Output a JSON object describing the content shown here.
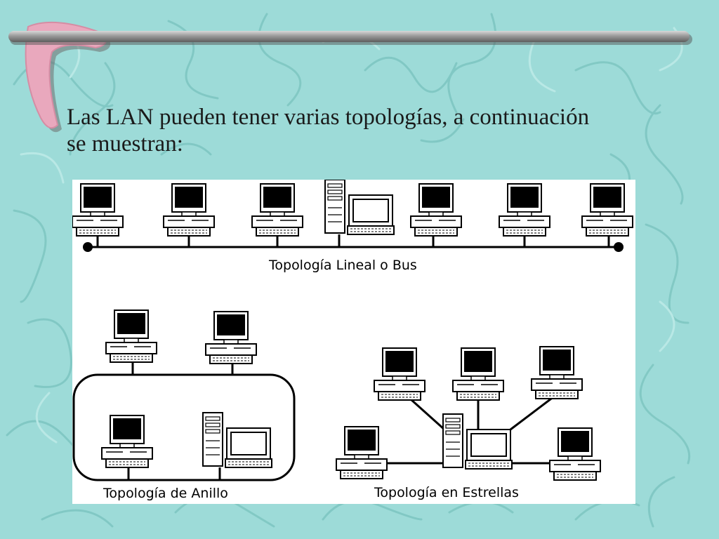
{
  "slide": {
    "title": "Las LAN pueden tener varias topologías, a continuación se muestran:"
  },
  "diagram": {
    "bus_label": "Topología Lineal o Bus",
    "ring_label": "Topología de Anillo",
    "star_label": "Topología en Estrellas"
  },
  "colors": {
    "background": "#9ddbd8",
    "accent_pink": "#e9a8bd",
    "bar_gray": "#8a8a8a"
  },
  "icons": [
    "workstation-icon",
    "server-icon",
    "terminator-icon"
  ]
}
